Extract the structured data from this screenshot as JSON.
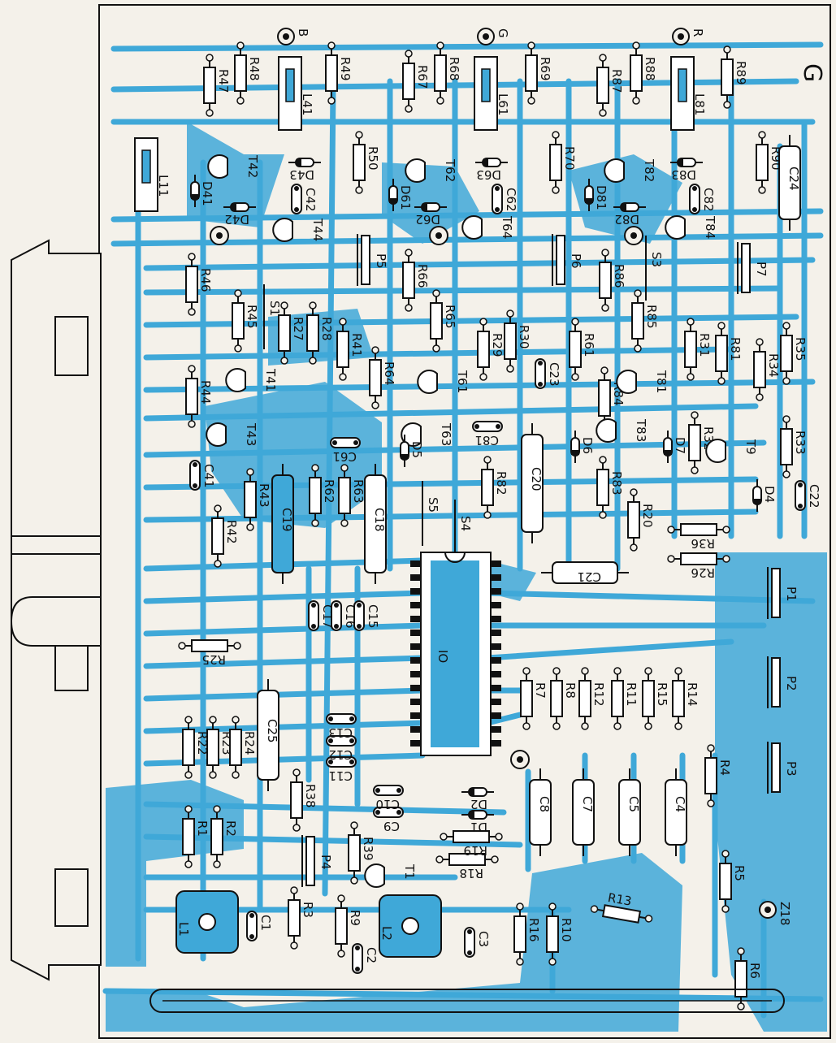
{
  "board": {
    "corner_label": "G",
    "colors": {
      "copper": "#3fa8d8",
      "paper": "#f4f1ea",
      "ink": "#111111",
      "body": "#ffffff"
    }
  },
  "resistors": [
    {
      "ref": "R1"
    },
    {
      "ref": "R2"
    },
    {
      "ref": "R3"
    },
    {
      "ref": "R4"
    },
    {
      "ref": "R5"
    },
    {
      "ref": "R6"
    },
    {
      "ref": "R7"
    },
    {
      "ref": "R8"
    },
    {
      "ref": "R9"
    },
    {
      "ref": "R10"
    },
    {
      "ref": "R11"
    },
    {
      "ref": "R12"
    },
    {
      "ref": "R13"
    },
    {
      "ref": "R14"
    },
    {
      "ref": "R15"
    },
    {
      "ref": "R16"
    },
    {
      "ref": "R18"
    },
    {
      "ref": "R19"
    },
    {
      "ref": "R20"
    },
    {
      "ref": "R22"
    },
    {
      "ref": "R23"
    },
    {
      "ref": "R24"
    },
    {
      "ref": "R25"
    },
    {
      "ref": "R26"
    },
    {
      "ref": "R27"
    },
    {
      "ref": "R28"
    },
    {
      "ref": "R29"
    },
    {
      "ref": "R30"
    },
    {
      "ref": "R31"
    },
    {
      "ref": "R32"
    },
    {
      "ref": "R33"
    },
    {
      "ref": "R34"
    },
    {
      "ref": "R35"
    },
    {
      "ref": "R36"
    },
    {
      "ref": "R38"
    },
    {
      "ref": "R39"
    },
    {
      "ref": "R41"
    },
    {
      "ref": "R42"
    },
    {
      "ref": "R43"
    },
    {
      "ref": "R44"
    },
    {
      "ref": "R45"
    },
    {
      "ref": "R46"
    },
    {
      "ref": "R47"
    },
    {
      "ref": "R48"
    },
    {
      "ref": "R49"
    },
    {
      "ref": "R50"
    },
    {
      "ref": "R61"
    },
    {
      "ref": "R62"
    },
    {
      "ref": "R63"
    },
    {
      "ref": "R64"
    },
    {
      "ref": "R65"
    },
    {
      "ref": "R66"
    },
    {
      "ref": "R67"
    },
    {
      "ref": "R68"
    },
    {
      "ref": "R69"
    },
    {
      "ref": "R70"
    },
    {
      "ref": "R81"
    },
    {
      "ref": "R82"
    },
    {
      "ref": "R83"
    },
    {
      "ref": "R84"
    },
    {
      "ref": "R85"
    },
    {
      "ref": "R86"
    },
    {
      "ref": "R87"
    },
    {
      "ref": "R88"
    },
    {
      "ref": "R89"
    },
    {
      "ref": "R90"
    }
  ],
  "capacitors": [
    {
      "ref": "C1"
    },
    {
      "ref": "C2"
    },
    {
      "ref": "C3"
    },
    {
      "ref": "C4"
    },
    {
      "ref": "C5"
    },
    {
      "ref": "C7"
    },
    {
      "ref": "C8"
    },
    {
      "ref": "C9"
    },
    {
      "ref": "C10"
    },
    {
      "ref": "C11"
    },
    {
      "ref": "C12"
    },
    {
      "ref": "C13"
    },
    {
      "ref": "C15"
    },
    {
      "ref": "C16"
    },
    {
      "ref": "C17"
    },
    {
      "ref": "C18"
    },
    {
      "ref": "C19"
    },
    {
      "ref": "C20"
    },
    {
      "ref": "C21"
    },
    {
      "ref": "C22"
    },
    {
      "ref": "C23"
    },
    {
      "ref": "C24"
    },
    {
      "ref": "C25"
    },
    {
      "ref": "C41"
    },
    {
      "ref": "C42"
    },
    {
      "ref": "C61"
    },
    {
      "ref": "C62"
    },
    {
      "ref": "C81"
    },
    {
      "ref": "C82"
    }
  ],
  "transistors": [
    {
      "ref": "T1"
    },
    {
      "ref": "T9"
    },
    {
      "ref": "T41"
    },
    {
      "ref": "T42"
    },
    {
      "ref": "T43"
    },
    {
      "ref": "T44"
    },
    {
      "ref": "T61"
    },
    {
      "ref": "T62"
    },
    {
      "ref": "T63"
    },
    {
      "ref": "T64"
    },
    {
      "ref": "T81"
    },
    {
      "ref": "T82"
    },
    {
      "ref": "T83"
    },
    {
      "ref": "T84"
    }
  ],
  "diodes": [
    {
      "ref": "D1"
    },
    {
      "ref": "D2"
    },
    {
      "ref": "D4"
    },
    {
      "ref": "D5"
    },
    {
      "ref": "D6"
    },
    {
      "ref": "D7"
    },
    {
      "ref": "D41"
    },
    {
      "ref": "D42"
    },
    {
      "ref": "D43"
    },
    {
      "ref": "D61"
    },
    {
      "ref": "D62"
    },
    {
      "ref": "D63"
    },
    {
      "ref": "D81"
    },
    {
      "ref": "D82"
    },
    {
      "ref": "D83"
    }
  ],
  "inductors": [
    {
      "ref": "L1"
    },
    {
      "ref": "L2"
    },
    {
      "ref": "L11"
    },
    {
      "ref": "L41"
    },
    {
      "ref": "L61"
    },
    {
      "ref": "L81"
    }
  ],
  "trimmers": [
    {
      "ref": "P1"
    },
    {
      "ref": "P2"
    },
    {
      "ref": "P3"
    },
    {
      "ref": "P4"
    },
    {
      "ref": "P5"
    },
    {
      "ref": "P6"
    },
    {
      "ref": "P7"
    }
  ],
  "jumpers": [
    {
      "ref": "S1"
    },
    {
      "ref": "S3"
    },
    {
      "ref": "S4"
    },
    {
      "ref": "S5"
    }
  ],
  "others": [
    {
      "ref": "IO"
    },
    {
      "ref": "Z18"
    },
    {
      "ref": "B"
    },
    {
      "ref": "G"
    },
    {
      "ref": "R"
    }
  ]
}
